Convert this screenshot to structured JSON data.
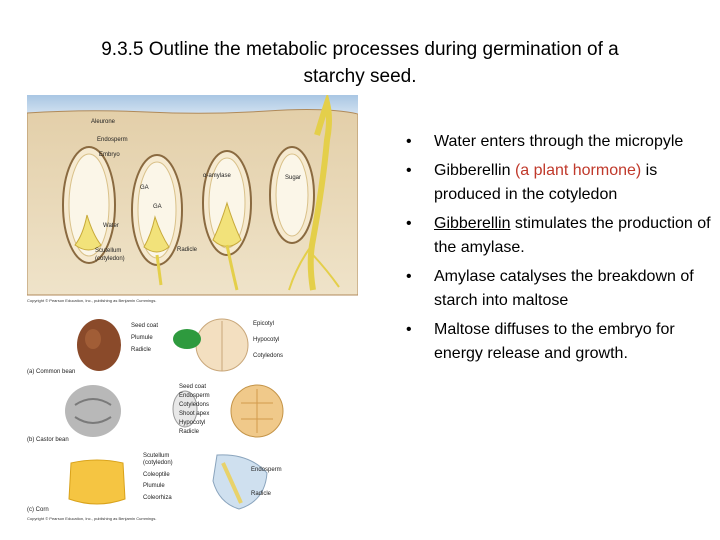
{
  "title_line1": "9.3.5 Outline the metabolic processes during germination of a",
  "title_line2": "starchy seed.",
  "bullets": {
    "b1": "Water enters through the micropyle",
    "b2_pre": "Gibberellin ",
    "b2_red": "(a plant hormone)",
    "b2_post": " is produced in the cotyledon",
    "b3_ul": "Gibberellin",
    "b3_post": " stimulates the production of the amylase.",
    "b4": "Amylase catalyses the breakdown of starch into maltose",
    "b5": "Maltose diffuses to the embryo for energy release and growth."
  },
  "figure1": {
    "labels": {
      "aleurone": "Aleurone",
      "endosperm": "Endosperm",
      "embryo": "Embryo",
      "ga1": "GA",
      "ga2": "GA",
      "amylase": "α-amylase",
      "sugar": "Sugar",
      "water": "Water",
      "scutellum": "Scutellum",
      "cotyledon": "(cotyledon)",
      "radicle": "Radicle"
    },
    "copyright": "Copyright © Pearson Education, Inc., publishing as Benjamin Cummings."
  },
  "figure2": {
    "labels": {
      "seed_coat": "Seed coat",
      "plumule": "Plumule",
      "radicle": "Radicle",
      "epicotyl": "Epicotyl",
      "hypocotyl": "Hypocotyl",
      "cotyledons": "Cotyledons",
      "common_bean": "(a) Common bean",
      "seed_coat2": "Seed coat",
      "endosperm": "Endosperm",
      "cotyledons2": "Cotyledons",
      "shoot_apex": "Shoot apex",
      "hypocotyl2": "Hypocotyl",
      "radicle2": "Radicle",
      "castor_bean": "(b) Castor bean",
      "scutellum": "Scutellum",
      "cotyledon": "(cotyledon)",
      "coleoptile": "Coleoptile",
      "plumule2": "Plumule",
      "coleorhiza": "Coleorhiza",
      "endosperm2": "Endosperm",
      "radicle3": "Radicle",
      "corn": "(c) Corn"
    },
    "copyright": "Copyright © Pearson Education, Inc., publishing as Benjamin Cummings."
  }
}
